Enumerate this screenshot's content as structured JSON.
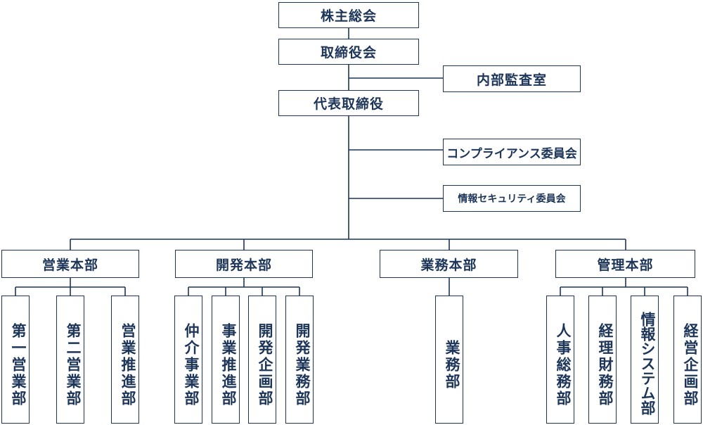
{
  "top": {
    "shareholders": "株主総会",
    "board": "取締役会",
    "audit": "内部監査室",
    "ceo": "代表取締役",
    "compliance": "コンプライアンス委員会",
    "infosec": "情報セキュリティ委員会"
  },
  "divisions": {
    "sales": {
      "label": "営業本部",
      "depts": [
        "第一営業部",
        "第二営業部",
        "営業推進部"
      ]
    },
    "dev": {
      "label": "開発本部",
      "depts": [
        "仲介事業部",
        "事業推進部",
        "開発企画部",
        "開発業務部"
      ]
    },
    "ops": {
      "label": "業務本部",
      "depts": [
        "業務部"
      ]
    },
    "admin": {
      "label": "管理本部",
      "depts": [
        "人事総務部",
        "経理財務部",
        "情報システム部",
        "経営企画部"
      ]
    }
  }
}
